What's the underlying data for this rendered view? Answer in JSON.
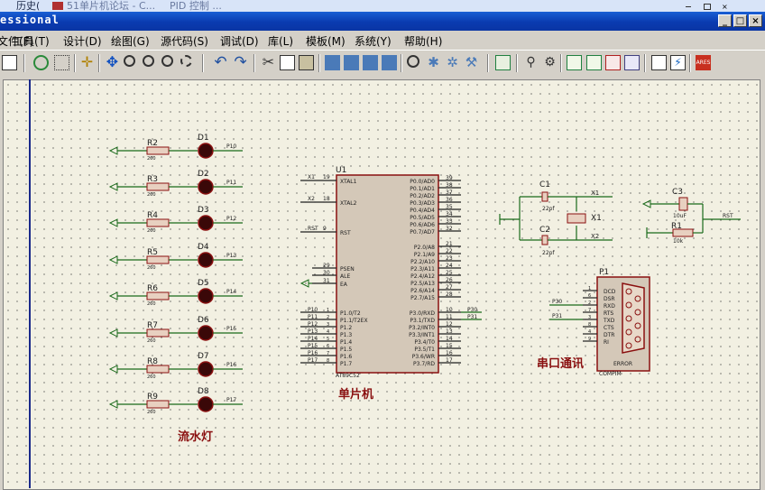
{
  "taskbar": {
    "item1": "历史(",
    "item2": "51单片机论坛 - C...",
    "item3": "PID 控制 ..."
  },
  "window": {
    "title": "essional"
  },
  "menu": [
    "文件(F)",
    "工具(T)",
    "设计(D)",
    "绘图(G)",
    "源代码(S)",
    "调试(D)",
    "库(L)",
    "模板(M)",
    "系统(Y)",
    "帮助(H)"
  ],
  "schematic": {
    "leds": [
      {
        "r": "R2",
        "d": "D1",
        "net": "P10",
        "val": "260"
      },
      {
        "r": "R3",
        "d": "D2",
        "net": "P11",
        "val": "260"
      },
      {
        "r": "R4",
        "d": "D3",
        "net": "P12",
        "val": "260"
      },
      {
        "r": "R5",
        "d": "D4",
        "net": "P13",
        "val": "260"
      },
      {
        "r": "R6",
        "d": "D5",
        "net": "P14",
        "val": "260"
      },
      {
        "r": "R7",
        "d": "D6",
        "net": "P15",
        "val": "260"
      },
      {
        "r": "R8",
        "d": "D7",
        "net": "P16",
        "val": "260"
      },
      {
        "r": "R9",
        "d": "D8",
        "net": "P17",
        "val": "260"
      }
    ],
    "led_caption": "流水灯",
    "mcu": {
      "ref": "U1",
      "part": "AT89C52",
      "caption": "单片机",
      "left_top": [
        {
          "name": "XTAL1",
          "num": "19",
          "net": "X1"
        },
        {
          "name": "XTAL2",
          "num": "18",
          "net": "X2"
        },
        {
          "name": "RST",
          "num": "9",
          "net": "RST"
        }
      ],
      "left_mid": [
        {
          "name": "PSEN",
          "num": "29"
        },
        {
          "name": "ALE",
          "num": "30"
        },
        {
          "name": "EA",
          "num": "31"
        }
      ],
      "left_bot": [
        {
          "name": "P1.0/T2",
          "num": "1",
          "net": "P10"
        },
        {
          "name": "P1.1/T2EX",
          "num": "2",
          "net": "P11"
        },
        {
          "name": "P1.2",
          "num": "3",
          "net": "P12"
        },
        {
          "name": "P1.3",
          "num": "4",
          "net": "P13"
        },
        {
          "name": "P1.4",
          "num": "5",
          "net": "P14"
        },
        {
          "name": "P1.5",
          "num": "6",
          "net": "P15"
        },
        {
          "name": "P1.6",
          "num": "7",
          "net": "P16"
        },
        {
          "name": "P1.7",
          "num": "8",
          "net": "P17"
        }
      ],
      "right_p0": [
        {
          "name": "P0.0/AD0",
          "num": "39"
        },
        {
          "name": "P0.1/AD1",
          "num": "38"
        },
        {
          "name": "P0.2/AD2",
          "num": "37"
        },
        {
          "name": "P0.3/AD3",
          "num": "36"
        },
        {
          "name": "P0.4/AD4",
          "num": "35"
        },
        {
          "name": "P0.5/AD5",
          "num": "34"
        },
        {
          "name": "P0.6/AD6",
          "num": "33"
        },
        {
          "name": "P0.7/AD7",
          "num": "32"
        }
      ],
      "right_p2": [
        {
          "name": "P2.0/A8",
          "num": "21"
        },
        {
          "name": "P2.1/A9",
          "num": "22"
        },
        {
          "name": "P2.2/A10",
          "num": "23"
        },
        {
          "name": "P2.3/A11",
          "num": "24"
        },
        {
          "name": "P2.4/A12",
          "num": "25"
        },
        {
          "name": "P2.5/A13",
          "num": "26"
        },
        {
          "name": "P2.6/A14",
          "num": "27"
        },
        {
          "name": "P2.7/A15",
          "num": "28"
        }
      ],
      "right_p3": [
        {
          "name": "P3.0/RXD",
          "num": "10",
          "net": "P30"
        },
        {
          "name": "P3.1/TXD",
          "num": "11",
          "net": "P31"
        },
        {
          "name": "P3.2/INT0",
          "num": "12"
        },
        {
          "name": "P3.3/INT1",
          "num": "13"
        },
        {
          "name": "P3.4/T0",
          "num": "14"
        },
        {
          "name": "P3.5/T1",
          "num": "15"
        },
        {
          "name": "P3.6/WR",
          "num": "16"
        },
        {
          "name": "P3.7/RD",
          "num": "17"
        }
      ]
    },
    "crystal": {
      "c1": "C1",
      "c2": "C2",
      "c1val": "22pf",
      "c2val": "22pf",
      "x": "X1",
      "n1": "X1",
      "n2": "X2"
    },
    "reset": {
      "c": "C3",
      "cval": "10uF",
      "r": "R1",
      "rval": "10k",
      "net": "RST"
    },
    "serial": {
      "ref": "P1",
      "part": "COMPIM",
      "caption": "串口通讯",
      "error": "ERROR",
      "pins": [
        {
          "num": "1",
          "name": "DCD"
        },
        {
          "num": "2",
          "name": "RXD"
        },
        {
          "num": "3",
          "name": "TXD"
        },
        {
          "num": "4",
          "name": "DTR"
        },
        {
          "num": "5",
          "name": "DSR"
        },
        {
          "num": "6",
          "name": "RTS"
        },
        {
          "num": "7",
          "name": "CTS"
        },
        {
          "num": "8",
          "name": "RI"
        }
      ],
      "pin_left": [
        {
          "num": "1",
          "name": "DCD"
        },
        {
          "num": "6",
          "name": "DSR"
        },
        {
          "num": "2",
          "name": "RXD"
        },
        {
          "num": "7",
          "name": "RTS"
        },
        {
          "num": "3",
          "name": "TXD"
        },
        {
          "num": "8",
          "name": "CTS"
        },
        {
          "num": "4",
          "name": "DTR"
        },
        {
          "num": "9",
          "name": "RI"
        }
      ],
      "nets": [
        "P30",
        "P31"
      ]
    }
  }
}
